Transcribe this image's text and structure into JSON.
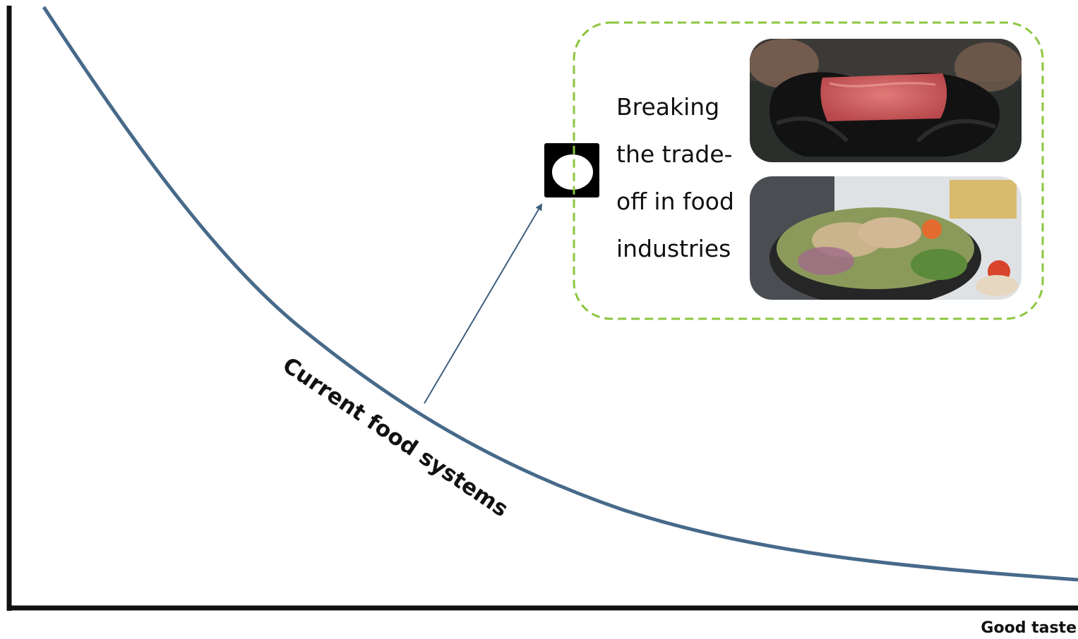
{
  "x_axis_label": "Good taste",
  "curve_label": "Current food systems",
  "breakthrough_text_lines": [
    "Breaking",
    "the trade-",
    "off in food",
    "industries"
  ],
  "colors": {
    "curve": "#476a8a",
    "arrow": "#3d5f7e",
    "axis": "#111111",
    "dashed_border": "#8cc63f",
    "marker": "#000000"
  },
  "images": [
    {
      "name": "meat-photo",
      "subject": "raw red meat held in black-gloved hands"
    },
    {
      "name": "food-bowl-photo",
      "subject": "bowl with shrimp, microgreens, cucumber and tomatoes"
    }
  ]
}
